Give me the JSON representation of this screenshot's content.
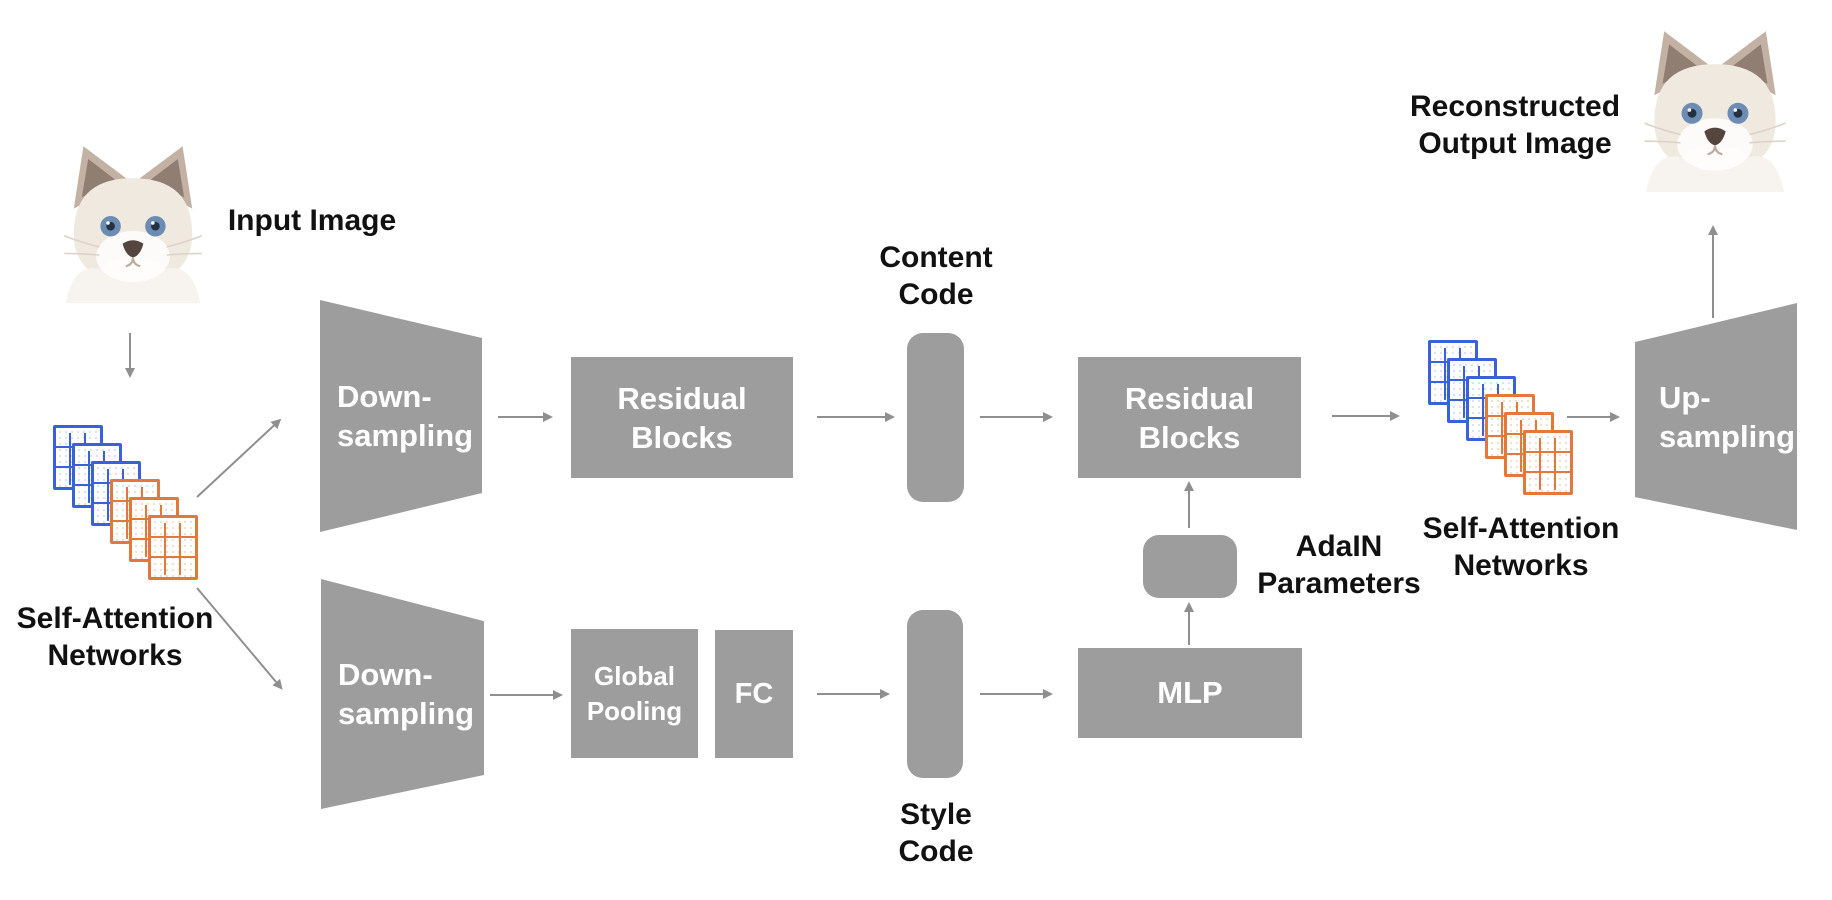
{
  "labels": {
    "input_image": "Input Image",
    "reconstructed": {
      "line1": "Reconstructed",
      "line2": "Output Image"
    },
    "self_attention_left": {
      "line1": "Self-Attention",
      "line2": "Networks"
    },
    "self_attention_right": {
      "line1": "Self-Attention",
      "line2": "Networks"
    },
    "content_code": {
      "line1": "Content",
      "line2": "Code"
    },
    "style_code": {
      "line1": "Style",
      "line2": "Code"
    },
    "adain": {
      "line1": "AdaIN",
      "line2": "Parameters"
    }
  },
  "blocks": {
    "downsampling_top": {
      "line1": "Down-",
      "line2": "sampling"
    },
    "downsampling_bottom": {
      "line1": "Down-",
      "line2": "sampling"
    },
    "residual_blocks_top": {
      "line1": "Residual",
      "line2": "Blocks"
    },
    "residual_blocks_right": {
      "line1": "Residual",
      "line2": "Blocks"
    },
    "global_pooling": {
      "line1": "Global",
      "line2": "Pooling"
    },
    "fc": "FC",
    "mlp": "MLP",
    "upsampling": {
      "line1": "Up-",
      "line2": "sampling"
    }
  },
  "icons": {
    "input_cat": "cat-face-photo",
    "output_cat": "cat-face-photo",
    "feature_stack_left": "stacked-feature-maps",
    "feature_stack_right": "stacked-feature-maps"
  },
  "colors": {
    "block_gray": "#9d9d9d",
    "arrow_gray": "#8f8f8f",
    "feature_blue": "#3a62d8",
    "feature_orange": "#e2793a",
    "text_black": "#111111",
    "block_text_white": "#ffffff",
    "background": "#ffffff",
    "cat_eye_blue": "#6d8cb4"
  }
}
